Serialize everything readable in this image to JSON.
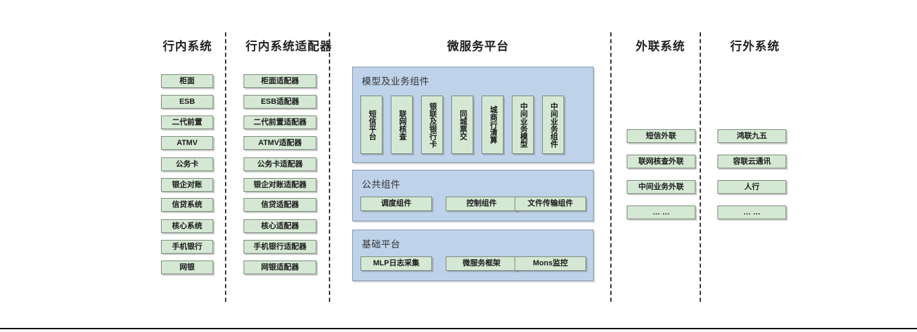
{
  "colors": {
    "node_fill": "#d5e8d4",
    "node_border": "#7c8b7a",
    "panel_fill": "#bed2e9",
    "panel_border": "#8497b0",
    "divider": "#3a3a3a",
    "text": "#1a1a1a"
  },
  "columns": {
    "internal_systems": {
      "title": "行内系统",
      "items": [
        "柜面",
        "ESB",
        "二代前置",
        "ATMV",
        "公务卡",
        "银企对账",
        "信贷系统",
        "核心系统",
        "手机银行",
        "网银"
      ]
    },
    "internal_adapters": {
      "title": "行内系统适配器",
      "items": [
        "柜面适配器",
        "ESB适配器",
        "二代前置适配器",
        "ATMV适配器",
        "公务卡适配器",
        "银企对账适配器",
        "信贷适配器",
        "核心适配器",
        "手机银行适配器",
        "网银适配器"
      ]
    },
    "microservice_platform": {
      "title": "微服务平台",
      "panels": [
        {
          "name": "模型及业务组件",
          "items": [
            "短信平台",
            "联网核查",
            "银联及银行卡",
            "同城票交",
            "城商行清算",
            "中间业务模型",
            "中间业务组件"
          ]
        },
        {
          "name": "公共组件",
          "items": [
            "调度组件",
            "控制组件",
            "文件传输组件"
          ]
        },
        {
          "name": "基础平台",
          "items": [
            "MLP日志采集",
            "微服务框架",
            "Mons监控"
          ]
        }
      ]
    },
    "external_liaison": {
      "title": "外联系统",
      "items": [
        "短信外联",
        "联网核查外联",
        "中间业务外联",
        "… …"
      ]
    },
    "outside_systems": {
      "title": "行外系统",
      "items": [
        "鸿联九五",
        "容联云通讯",
        "人行",
        "… …"
      ]
    }
  }
}
